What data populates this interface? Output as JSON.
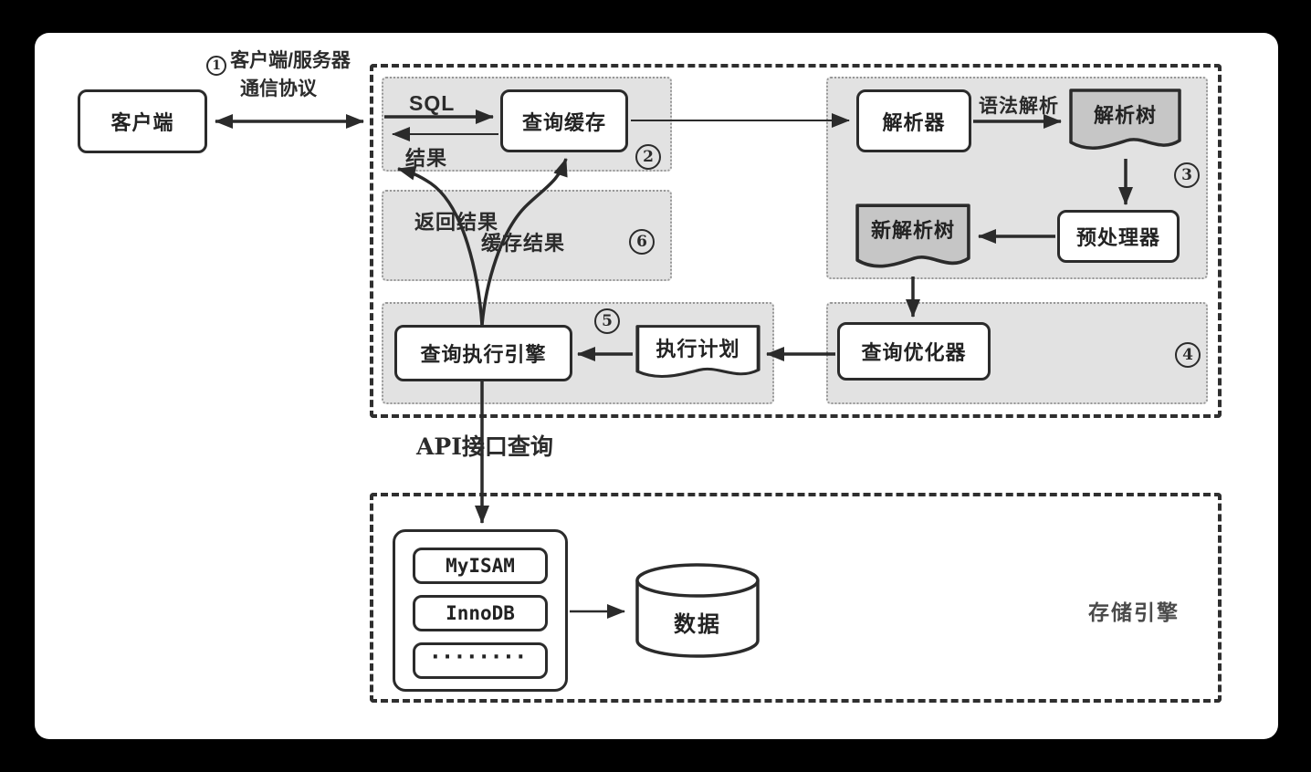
{
  "colors": {
    "background": "#000000",
    "panel": "#ffffff",
    "ink": "#2b2b2b",
    "region_fill": "#e2e2e2",
    "region_border": "#979797",
    "doc_fill": "#c6c6c6"
  },
  "diagram": {
    "client": {
      "label": "客户端"
    },
    "connection": {
      "step": "1",
      "title": "客户端/服务器",
      "subtitle": "通信协议"
    },
    "server": {
      "cache": {
        "sql": "SQL",
        "box": "查询缓存",
        "step": "2",
        "result": "结果"
      },
      "results": {
        "return_label": "返回结果",
        "cache_label": "缓存结果",
        "step": "6"
      },
      "parsing": {
        "parser": "解析器",
        "syntax": "语法解析",
        "tree": "解析树",
        "step": "3",
        "preprocessor": "预处理器",
        "new_tree": "新解析树"
      },
      "execution": {
        "engine": "查询执行引擎",
        "step": "5",
        "plan": "执行计划"
      },
      "optimization": {
        "optimizer": "查询优化器",
        "step": "4"
      }
    },
    "api_label": "API接口查询",
    "storage": {
      "engines": [
        "MyISAM",
        "InnoDB",
        "········"
      ],
      "data": "数据",
      "label": "存储引擎"
    }
  }
}
